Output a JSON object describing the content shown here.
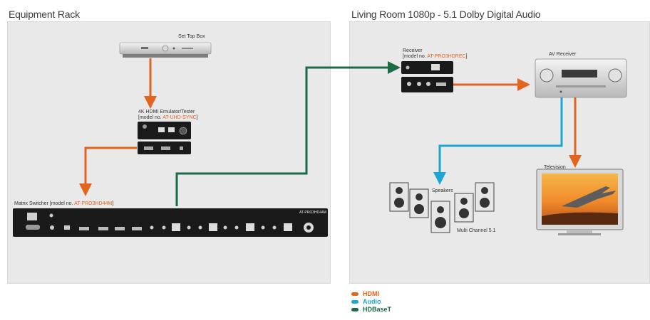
{
  "sections": {
    "left_title": "Equipment Rack",
    "right_title": "Living Room 1080p - 5.1 Dolby Digital Audio"
  },
  "devices": {
    "set_top_box": "Set Top Box",
    "emulator_line1": "4K HDMI Emulator/Tester",
    "emulator_line2_prefix": "[model no. ",
    "emulator_model": "AT-UHD-SYNC",
    "emulator_suffix": "]",
    "matrix_prefix": "Matrix Switcher [model no. ",
    "matrix_model": "AT-PRO3HD44M",
    "matrix_suffix": "]",
    "receiver_line1": "Receiver",
    "receiver_prefix": "[model no. ",
    "receiver_model": "AT-PRO3HDREC",
    "receiver_suffix": "]",
    "av_receiver": "AV Receiver",
    "television": "Television",
    "speakers": "Speakers",
    "multichannel": "Multi Channel 5.1",
    "matrix_badge": "AT-PRO3HD44M"
  },
  "legend": [
    {
      "label": "HDMI",
      "color": "#e2641f"
    },
    {
      "label": "Audio",
      "color": "#1ea6d2"
    },
    {
      "label": "HDBaseT",
      "color": "#1b6b45"
    }
  ],
  "colors": {
    "hdmi": "#e2641f",
    "audio": "#1ea6d2",
    "hdbaset": "#1b6b45"
  }
}
